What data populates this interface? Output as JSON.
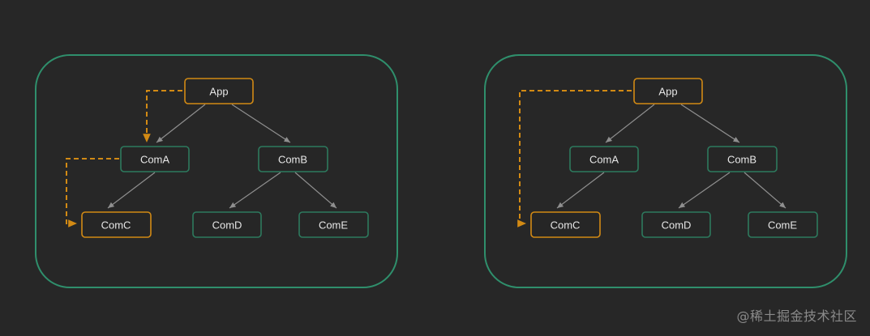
{
  "colors": {
    "background": "#272727",
    "frame": "#2f8f6c",
    "node_border": "#2d7a5e",
    "highlight": "#d28a14",
    "edge": "#8f8f8f",
    "text": "#e6e6e6"
  },
  "diagrams": [
    {
      "nodes": {
        "app": {
          "label": "App",
          "highlight": true
        },
        "coma": {
          "label": "ComA",
          "highlight": false
        },
        "comb": {
          "label": "ComB",
          "highlight": false
        },
        "comc": {
          "label": "ComC",
          "highlight": true
        },
        "comd": {
          "label": "ComD",
          "highlight": false
        },
        "come": {
          "label": "ComE",
          "highlight": false
        }
      },
      "edges": [
        [
          "app",
          "coma"
        ],
        [
          "app",
          "comb"
        ],
        [
          "coma",
          "comc"
        ],
        [
          "comb",
          "comd"
        ],
        [
          "comb",
          "come"
        ]
      ],
      "dashed_paths": [
        [
          "app",
          "coma"
        ],
        [
          "coma",
          "comc"
        ]
      ]
    },
    {
      "nodes": {
        "app": {
          "label": "App",
          "highlight": true
        },
        "coma": {
          "label": "ComA",
          "highlight": false
        },
        "comb": {
          "label": "ComB",
          "highlight": false
        },
        "comc": {
          "label": "ComC",
          "highlight": true
        },
        "comd": {
          "label": "ComD",
          "highlight": false
        },
        "come": {
          "label": "ComE",
          "highlight": false
        }
      },
      "edges": [
        [
          "app",
          "coma"
        ],
        [
          "app",
          "comb"
        ],
        [
          "coma",
          "comc"
        ],
        [
          "comb",
          "comd"
        ],
        [
          "comb",
          "come"
        ]
      ],
      "dashed_paths": [
        [
          "app",
          "comc"
        ]
      ]
    }
  ],
  "watermark": "@稀土掘金技术社区"
}
